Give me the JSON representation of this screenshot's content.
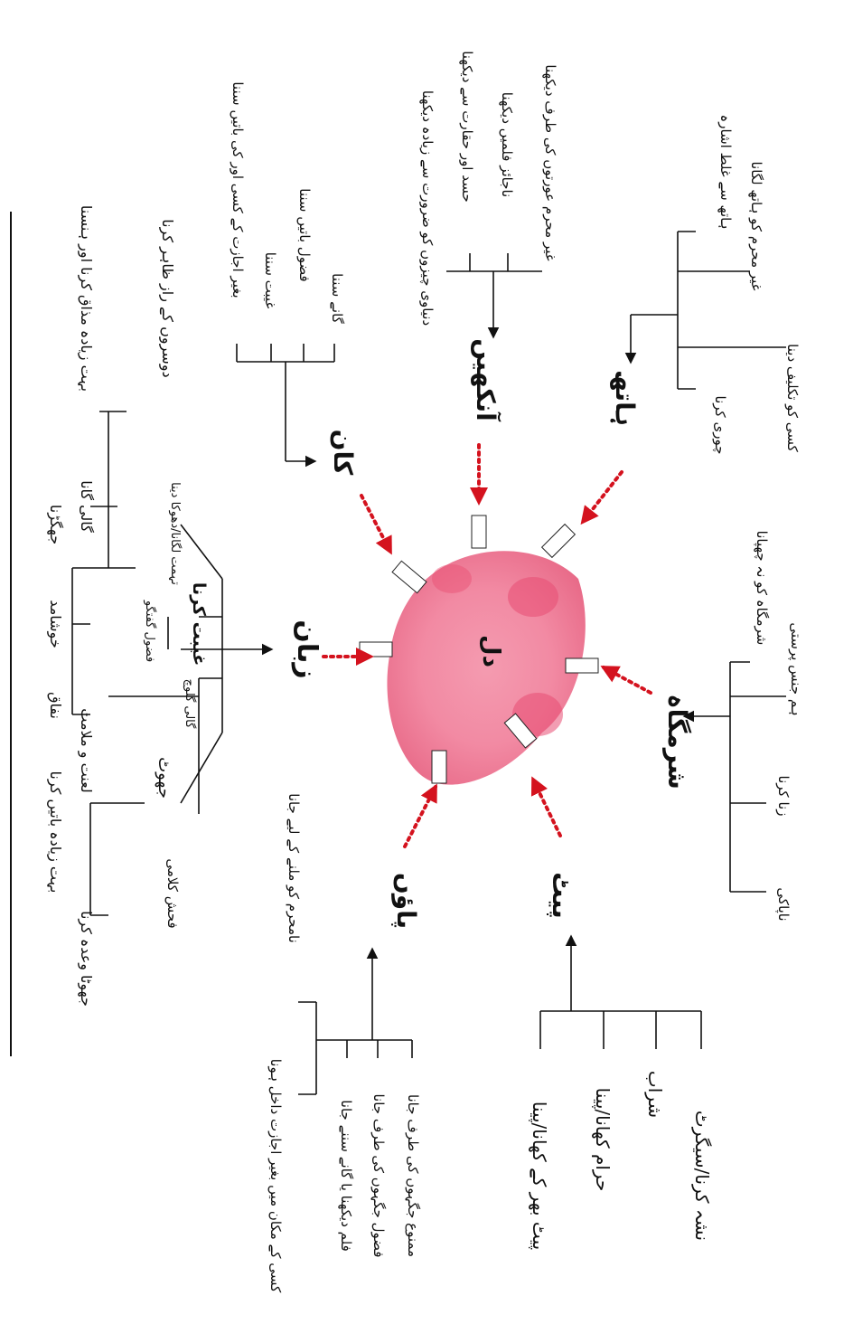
{
  "center": {
    "label": "دل"
  },
  "colors": {
    "arrow": "#d4121e",
    "heart": "#f07c98",
    "line": "#111111"
  },
  "zaban": {
    "title": "زبان",
    "highlight": "غیبت کرنا",
    "items": [
      "تہمت لگانا/دھوکا دینا",
      "فضول گفتگو",
      "گالی گلوچ",
      "جھوٹ",
      "فحش کلامی"
    ],
    "group1": [
      "جھگڑنا",
      "گالی گانا",
      "بہت زیادہ مذاق کرنا اور ہنسنا"
    ],
    "group1_b": [
      "خوشامد",
      "نفاق"
    ],
    "group1_c": "دوسروں کے راز ظاہر کرنا",
    "group2": [
      "لعنت و ملامت",
      "بہت زیادہ باتیں کرنا",
      "جھوٹا وعدہ کرنا"
    ]
  },
  "kaan": {
    "title": "کان",
    "items": [
      "بغیر اجازت کے کسی اور کی باتیں سننا",
      "غیبت سننا",
      "فضول باتیں سننا",
      "گانے سننا"
    ]
  },
  "aankhein": {
    "title": "آنکھیں",
    "items": [
      "دنیاوی چیزوں کو ضرورت سے زیادہ دیکھنا",
      "حسد اور حقارت سے دیکھنا",
      "ناجائز فلمیں دیکھنا",
      "غیر محرم عورتوں کی طرف دیکھنا"
    ]
  },
  "haath": {
    "title": "ہاتھ",
    "items": [
      "ہاتھ سے غلط اشارہ",
      "غیر محرم کو ہاتھ لگانا",
      "کسی کو تکلیف دینا",
      "چوری کرنا"
    ]
  },
  "sharamgah": {
    "title": "شرمگاہ",
    "items": [
      "شرمگاہ کو نہ چھپانا",
      "ہم جنس پرستی",
      "زنا کرنا",
      "ناپاکی"
    ]
  },
  "pait": {
    "title": "پیٹ",
    "items": [
      "پیٹ بھر کے کھانا/پینا",
      "حرام کھانا/پینا",
      "شراب",
      "نشہ کرنا/سیگرٹ"
    ]
  },
  "paon": {
    "title": "پاؤں",
    "items": [
      "نامحرم کو ملنے کے لیے جانا",
      "کسی کے مکان میں بغیر اجازت داخل ہونا",
      "فلم دیکھنا یا گانے سننے جانا",
      "فضول جگہوں کی طرف جانا",
      "ممنوع جگہوں کی طرف جانا"
    ]
  }
}
